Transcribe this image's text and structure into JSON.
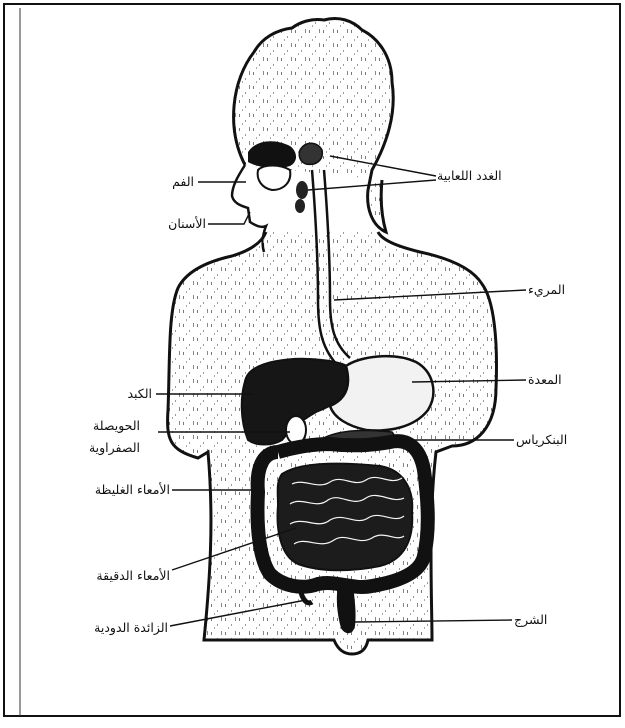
{
  "diagram": {
    "subject": "human digestive system",
    "labels": {
      "salivary_glands": "الغدد اللعابية",
      "mouth": "الفم",
      "teeth": "الأسنان",
      "esophagus": "المريء",
      "stomach": "المعدة",
      "liver": "الكبد",
      "gallbladder_line1": "الحويصلة",
      "gallbladder_line2": "الصفراوية",
      "pancreas": "البنكرياس",
      "large_intestine": "الأمعاء الغليظة",
      "small_intestine": "الأمعاء الدقيقة",
      "appendix": "الزائدة الدودية",
      "anus": "الشرج"
    },
    "colors": {
      "ink": "#111111",
      "paper": "#ffffff",
      "organ_fill": "#1a1a1a",
      "stomach_fill": "#f2f2f2"
    }
  }
}
